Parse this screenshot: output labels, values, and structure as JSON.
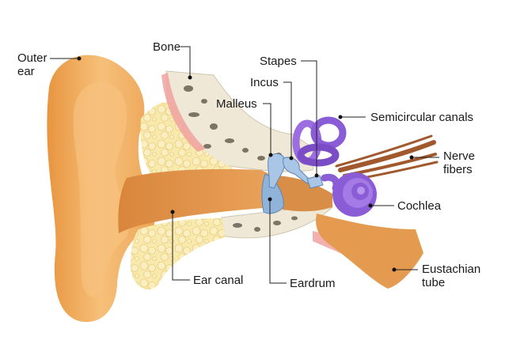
{
  "labels": {
    "outer_ear_line1": "Outer",
    "outer_ear_line2": "ear",
    "bone": "Bone",
    "stapes": "Stapes",
    "incus": "Incus",
    "malleus": "Malleus",
    "semicircular_canals": "Semicircular canals",
    "nerve_fibers_line1": "Nerve",
    "nerve_fibers_line2": "fibers",
    "cochlea": "Cochlea",
    "ear_canal": "Ear canal",
    "eardrum": "Eardrum",
    "eustachian_tube_line1": "Eustachian",
    "eustachian_tube_line2": "tube"
  },
  "colors": {
    "skin": "#f3b86c",
    "skin_dark": "#e39a45",
    "fat": "#f7e7a4",
    "bone": "#efe8d6",
    "bone_pores": "#7b7467",
    "membrane": "#f0a2a0",
    "ossicles": "#a9c6e6",
    "inner_ear": "#8a5cd6",
    "nerve": "#a0582c",
    "leader": "#222222"
  }
}
